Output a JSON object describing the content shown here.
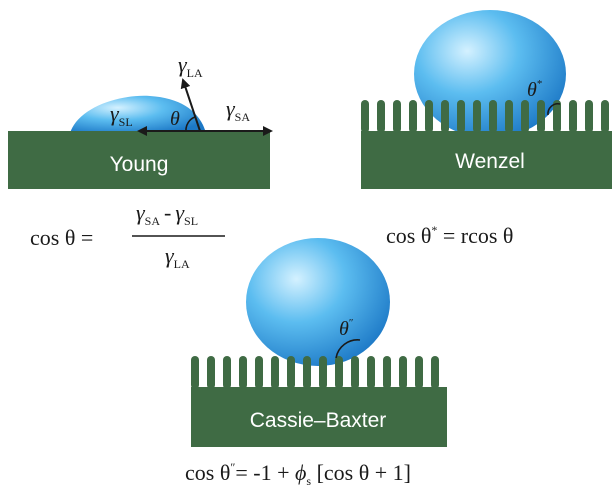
{
  "colors": {
    "substrate": "#3f6b44",
    "droplet_light": "#cdeeff",
    "droplet_mid": "#4fb7ee",
    "droplet_dark": "#1f7fcc",
    "text_dark": "#1a1a1a",
    "label_on_substrate": "#ffffff"
  },
  "panels": {
    "young": {
      "name": "Young",
      "symbols": {
        "gamma": "γ",
        "theta": "θ",
        "sub_la": "LA",
        "sub_sl": "SL",
        "sub_sa": "SA"
      },
      "equation": {
        "lhs": "cos θ =",
        "num_gamma_1": "γ",
        "num_sub_1": "SA",
        "num_minus": "-",
        "num_gamma_2": "γ",
        "num_sub_2": "SL",
        "den_gamma": "γ",
        "den_sub": "LA"
      }
    },
    "wenzel": {
      "name": "Wenzel",
      "angle_label": "θ",
      "angle_sup": "*",
      "equation": {
        "prefix": "cos θ",
        "sup": "*",
        "rest": " = rcos θ"
      }
    },
    "cassie_baxter": {
      "name": "Cassie–Baxter",
      "angle_label": "θ",
      "angle_sup": "″",
      "equation": {
        "prefix": "cos θ",
        "sup": "″",
        "middle": "= -1 + ",
        "phi": "ϕ",
        "phi_sub": "s",
        "rest": " [cos θ + 1]"
      }
    }
  }
}
